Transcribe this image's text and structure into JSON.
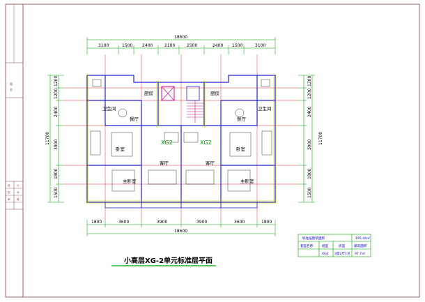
{
  "title": "小高层XG-2单元标准层平面",
  "overall": {
    "top": "18600",
    "bottom": "18600",
    "left": "11700",
    "right": "11700"
  },
  "top_dims": [
    "3100",
    "1500",
    "2400",
    "2100",
    "2500",
    "2400",
    "1500",
    "3100"
  ],
  "bottom_dims": [
    "1800",
    "3600",
    "3900",
    "3900",
    "3600",
    "1800"
  ],
  "left_dims": [
    "1200",
    "1200",
    "2400",
    "3900",
    "1800",
    "1500"
  ],
  "right_dims": [
    "1200",
    "1200",
    "2400",
    "3900",
    "1800",
    "1500"
  ],
  "rooms": {
    "kitchen_left": "厨房",
    "kitchen_right": "厨房",
    "bath_left": "卫生间",
    "bath_right": "卫生间",
    "dining_left": "餐厅",
    "dining_right": "餐厅",
    "bed_left": "卧室",
    "bed_right": "卧室",
    "master_left": "主卧室",
    "master_right": "主卧室",
    "living_left": "客厅",
    "living_right": "客厅",
    "unit_left": "XG2",
    "unit_right": "XG2"
  },
  "table": {
    "row1_label": "标准层建筑面积",
    "row1_value": "195.44㎡",
    "row2": [
      "套型名称",
      "套型",
      "房型",
      "建筑面积"
    ],
    "row3": [
      "XG2",
      "3室2厅1卫",
      "97.7㎡"
    ]
  },
  "title_block": [
    "图",
    "名",
    "设",
    "计",
    "校",
    "对",
    "审",
    "核"
  ]
}
